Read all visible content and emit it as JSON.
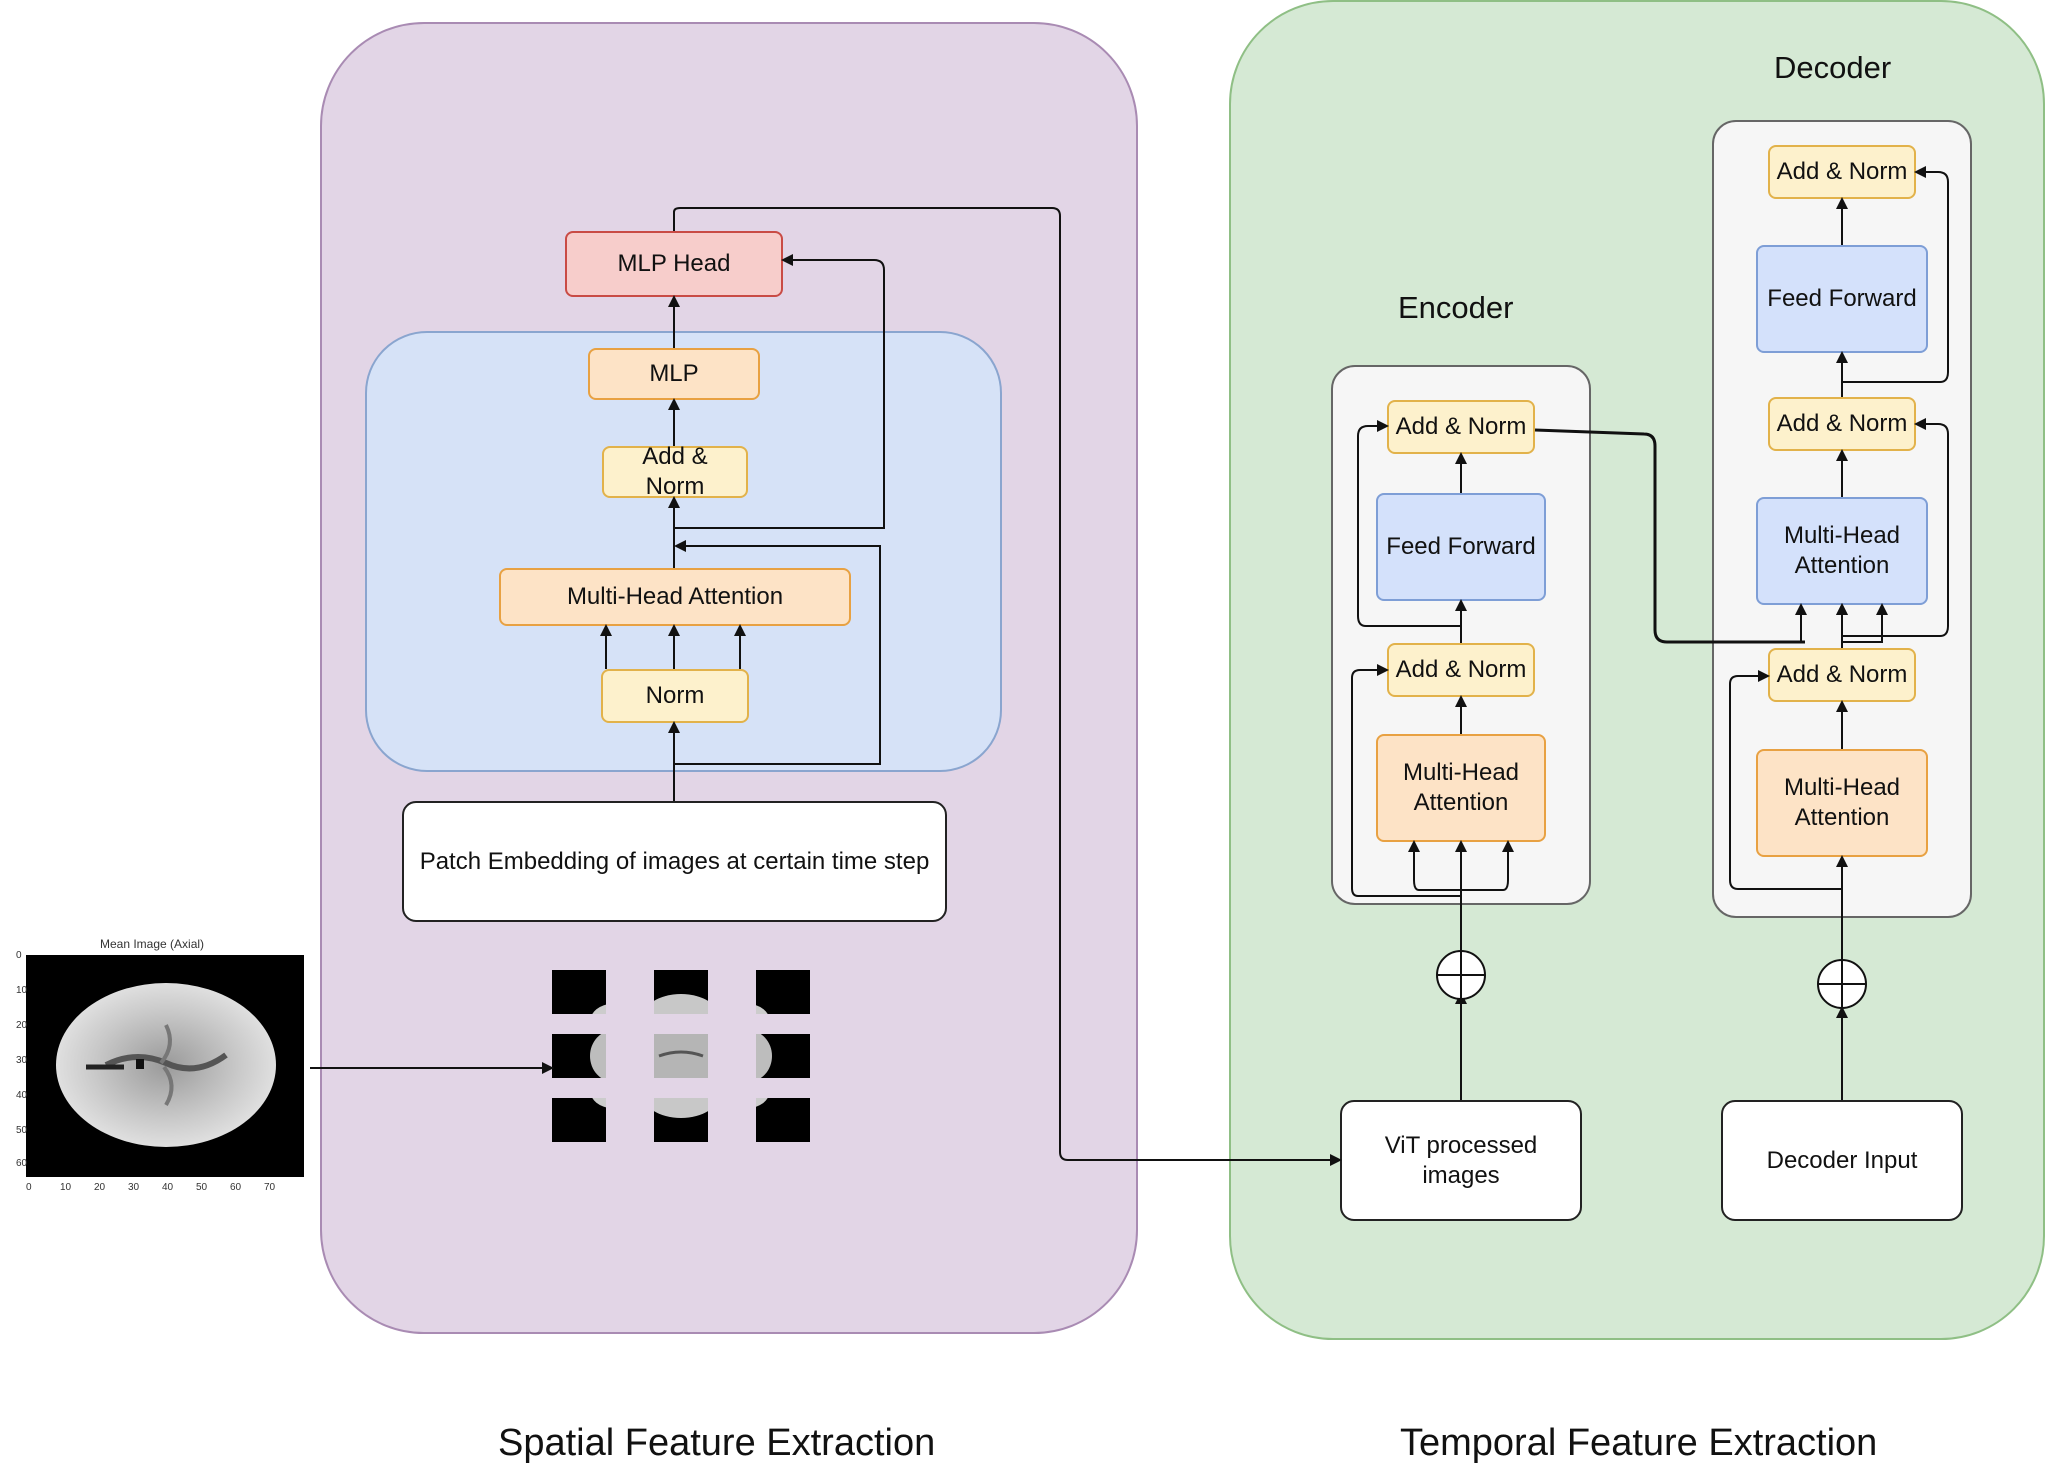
{
  "spatial": {
    "mlp_head": "MLP Head",
    "mlp": "MLP",
    "add_norm": "Add & Norm",
    "attention": "Multi-Head Attention",
    "norm": "Norm",
    "patch_embedding": "Patch Embedding of images at certain time step",
    "caption": "Spatial Feature Extraction"
  },
  "temporal": {
    "encoder_title": "Encoder",
    "decoder_title": "Decoder",
    "encoder": {
      "add_norm_top": "Add & Norm",
      "feed_forward": "Feed Forward",
      "add_norm_bottom": "Add & Norm",
      "attention": "Multi-Head Attention"
    },
    "decoder": {
      "add_norm_top": "Add & Norm",
      "feed_forward": "Feed Forward",
      "add_norm_middle": "Add & Norm",
      "cross_attention": "Multi-Head Attention",
      "add_norm_bottom": "Add & Norm",
      "attention": "Multi-Head Attention"
    },
    "vit_input": "ViT processed images",
    "decoder_input": "Decoder Input",
    "caption": "Temporal Feature Extraction"
  },
  "mri": {
    "title": "Mean Image (Axial)",
    "x_ticks": [
      "0",
      "10",
      "20",
      "30",
      "40",
      "50",
      "60",
      "70"
    ],
    "y_ticks": [
      "0",
      "10",
      "20",
      "30",
      "40",
      "50",
      "60"
    ]
  }
}
